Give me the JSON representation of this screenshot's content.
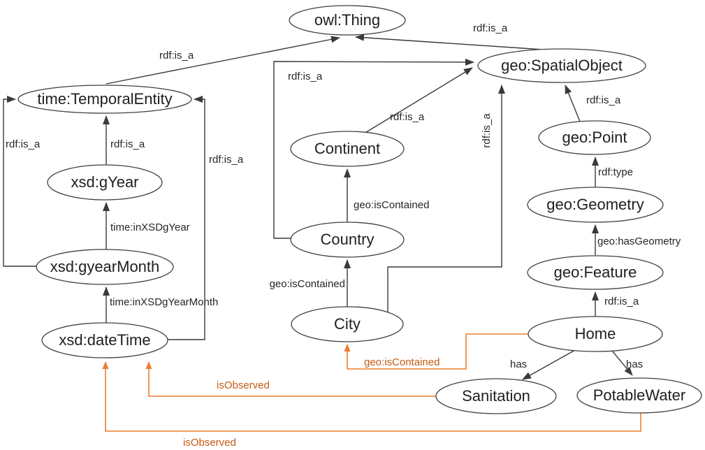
{
  "diagram_type": "rdf-ontology-graph",
  "colors": {
    "edge_color": "#3a3a3a",
    "node_stroke": "#404040",
    "node_fill": "#ffffff",
    "text_color": "#1f1f1f",
    "orange_edge": "#ED7D31",
    "orange_text": "#C55A11",
    "bg": "#ffffff"
  },
  "nodes": {
    "owl_thing": "owl:Thing",
    "temporal_entity": "time:TemporalEntity",
    "gyear": "xsd:gYear",
    "gyearmonth": "xsd:gyearMonth",
    "datetime": "xsd:dateTime",
    "continent": "Continent",
    "country": "Country",
    "city": "City",
    "spatial_object": "geo:SpatialObject",
    "point": "geo:Point",
    "geometry": "geo:Geometry",
    "feature": "geo:Feature",
    "home": "Home",
    "sanitation": "Sanitation",
    "potable_water": "PotableWater"
  },
  "edges": {
    "temporal_to_thing": "rdf:is_a",
    "spatial_to_thing": "rdf:is_a",
    "gyear_to_temporal": "rdf:is_a",
    "gyearmonth_to_temporal": "rdf:is_a",
    "datetime_to_temporal": "rdf:is_a",
    "gyearmonth_to_gyear": "time:inXSDgYear",
    "datetime_to_gyearmonth": "time:inXSDgYearMonth",
    "country_to_spatial": "rdf:is_a",
    "continent_to_spatial": "rdf:is_a",
    "city_to_spatial": "rdf:is_a",
    "point_to_spatial": "rdf:is_a",
    "geometry_to_point": "rdf:type",
    "feature_to_geometry": "geo:hasGeometry",
    "home_to_feature": "rdf:is_a",
    "home_to_sanitation": "has",
    "home_to_potablewater": "has",
    "city_to_country": "geo:isContained",
    "country_to_continent": "geo:isContained",
    "home_to_city": "geo:isContained",
    "sanitation_to_datetime": "isObserved",
    "potablewater_to_datetime": "isObserved"
  }
}
